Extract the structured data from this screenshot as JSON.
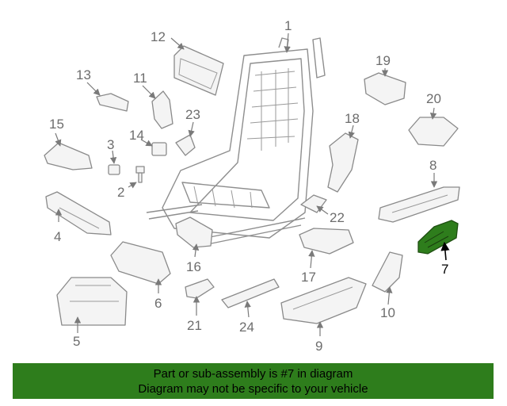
{
  "highlighted_part": "7",
  "accent_color": "#2e7d1c",
  "callouts": [
    "1",
    "2",
    "3",
    "4",
    "5",
    "6",
    "7",
    "8",
    "9",
    "10",
    "11",
    "12",
    "13",
    "14",
    "15",
    "16",
    "17",
    "18",
    "19",
    "20",
    "21",
    "22",
    "23",
    "24"
  ],
  "banner": {
    "line1": "Part or sub-assembly is #7 in diagram",
    "line2": "Diagram may not be specific to your vehicle"
  }
}
